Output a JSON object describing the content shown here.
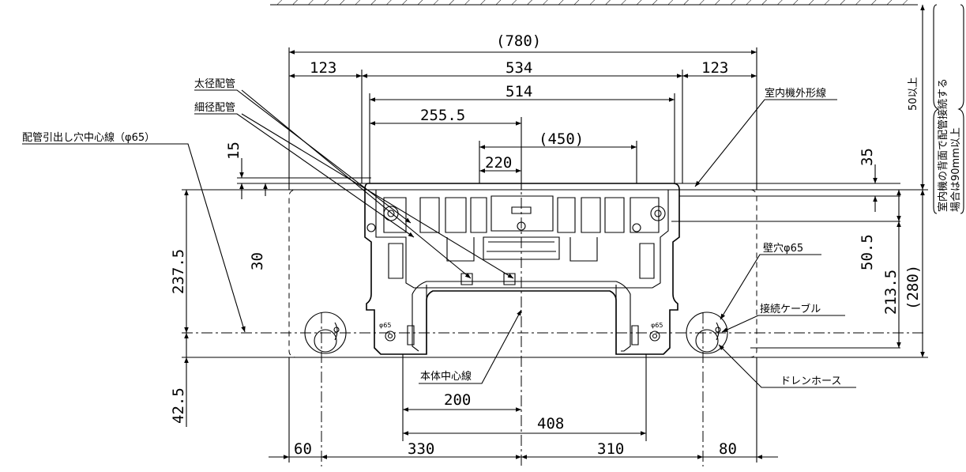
{
  "dimensions": {
    "d780": "(780)",
    "d123_left": "123",
    "d534": "534",
    "d123_right": "123",
    "d514": "514",
    "d255_5": "255.5",
    "d450": "(450)",
    "d220": "220",
    "d15": "15",
    "d35": "35",
    "d237_5": "237.5",
    "d30": "30",
    "d50_5": "50.5",
    "d213_5": "213.5",
    "d280": "(280)",
    "d42_5": "42.5",
    "d200": "200",
    "d408": "408",
    "d60": "60",
    "d330": "330",
    "d310": "310",
    "d80": "80",
    "d50_up": "50以上"
  },
  "labels": {
    "thick_pipe": "太径配管",
    "thin_pipe": "細径配管",
    "pipe_hole_center": "配管引出し穴中心線（φ65）",
    "indoor_outline": "室内機外形線",
    "wall_hole": "壁穴φ65",
    "connection_cable": "接続ケーブル",
    "drain_hose": "ドレンホース",
    "body_center": "本体中心線",
    "rear_note_line1": "室内機の背面で配管接続する",
    "rear_note_line2": "場合は90mm以上",
    "plate_mark_left": "φ65",
    "plate_mark_right": "φ65"
  }
}
